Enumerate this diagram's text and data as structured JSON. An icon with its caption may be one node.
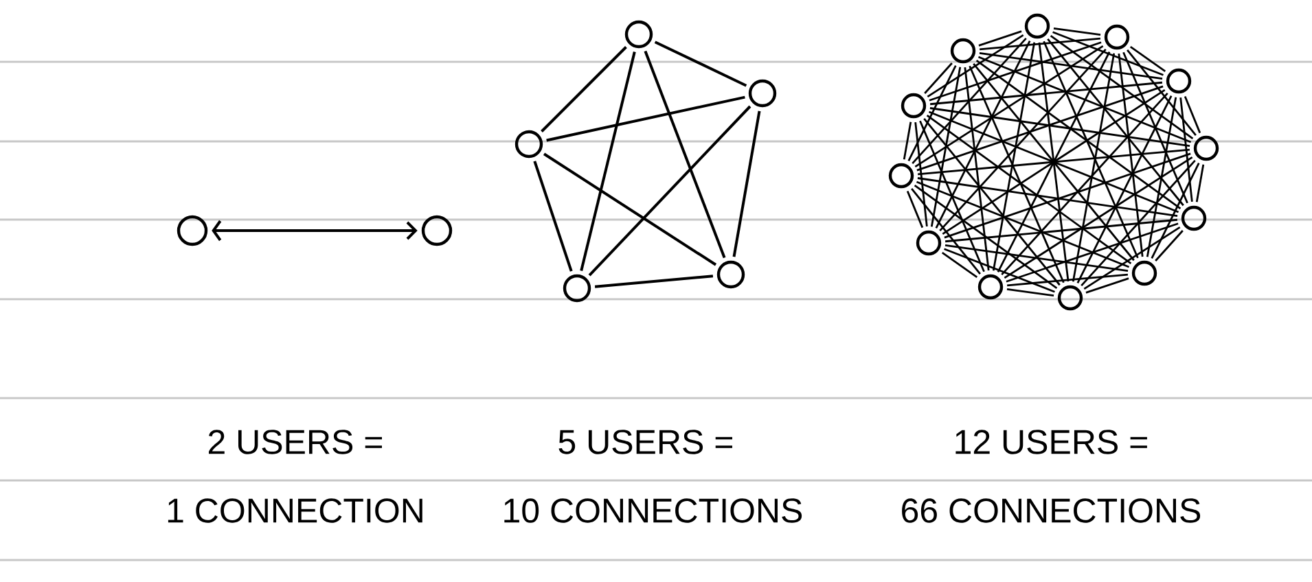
{
  "diagram": {
    "nodes": [
      {
        "text": [],
        "shape": "circle"
      },
      {
        "text": [],
        "shape": "circle"
      },
      {
        "text": [],
        "shape": "circle"
      },
      {
        "text": [],
        "shape": "circle"
      },
      {
        "text": [],
        "shape": "circle"
      },
      {
        "text": [],
        "shape": "circle"
      },
      {
        "text": [],
        "shape": "circle"
      },
      {
        "text": [],
        "shape": "circle"
      },
      {
        "text": [],
        "shape": "circle"
      },
      {
        "text": [],
        "shape": "circle"
      },
      {
        "text": [],
        "shape": "circle"
      },
      {
        "text": [],
        "shape": "circle"
      },
      {
        "text": [],
        "shape": "circle"
      },
      {
        "text": [],
        "shape": "circle"
      },
      {
        "text": [],
        "shape": "circle"
      },
      {
        "text": [],
        "shape": "circle"
      },
      {
        "text": [],
        "shape": "circle"
      },
      {
        "text": [],
        "shape": "circle"
      },
      {
        "text": [],
        "shape": "circle"
      }
    ],
    "edges": [
      {
        "from": 0,
        "to": 1,
        "arrow": "both"
      },
      {
        "from": 2,
        "to": 3,
        "arrow": "none"
      },
      {
        "from": 2,
        "to": 4,
        "arrow": "none"
      },
      {
        "from": 2,
        "to": 5,
        "arrow": "none"
      },
      {
        "from": 2,
        "to": 6,
        "arrow": "none"
      },
      {
        "from": 3,
        "to": 4,
        "arrow": "none"
      },
      {
        "from": 3,
        "to": 5,
        "arrow": "none"
      },
      {
        "from": 3,
        "to": 6,
        "arrow": "none"
      },
      {
        "from": 4,
        "to": 5,
        "arrow": "none"
      },
      {
        "from": 4,
        "to": 6,
        "arrow": "none"
      },
      {
        "from": 5,
        "to": 6,
        "arrow": "none"
      },
      {
        "from": 7,
        "to": 8,
        "arrow": "none"
      },
      {
        "from": 7,
        "to": 9,
        "arrow": "none"
      },
      {
        "from": 7,
        "to": 10,
        "arrow": "none"
      },
      {
        "from": 7,
        "to": 11,
        "arrow": "none"
      },
      {
        "from": 7,
        "to": 12,
        "arrow": "none"
      },
      {
        "from": 7,
        "to": 13,
        "arrow": "none"
      },
      {
        "from": 7,
        "to": 14,
        "arrow": "none"
      },
      {
        "from": 7,
        "to": 15,
        "arrow": "none"
      },
      {
        "from": 7,
        "to": 16,
        "arrow": "none"
      },
      {
        "from": 7,
        "to": 17,
        "arrow": "none"
      },
      {
        "from": 7,
        "to": 18,
        "arrow": "none"
      },
      {
        "from": 8,
        "to": 9,
        "arrow": "none"
      },
      {
        "from": 8,
        "to": 10,
        "arrow": "none"
      },
      {
        "from": 8,
        "to": 11,
        "arrow": "none"
      },
      {
        "from": 8,
        "to": 12,
        "arrow": "none"
      },
      {
        "from": 8,
        "to": 13,
        "arrow": "none"
      },
      {
        "from": 8,
        "to": 14,
        "arrow": "none"
      },
      {
        "from": 8,
        "to": 15,
        "arrow": "none"
      },
      {
        "from": 8,
        "to": 16,
        "arrow": "none"
      },
      {
        "from": 8,
        "to": 17,
        "arrow": "none"
      },
      {
        "from": 8,
        "to": 18,
        "arrow": "none"
      },
      {
        "from": 9,
        "to": 10,
        "arrow": "none"
      },
      {
        "from": 9,
        "to": 11,
        "arrow": "none"
      },
      {
        "from": 9,
        "to": 12,
        "arrow": "none"
      },
      {
        "from": 9,
        "to": 13,
        "arrow": "none"
      },
      {
        "from": 9,
        "to": 14,
        "arrow": "none"
      },
      {
        "from": 9,
        "to": 15,
        "arrow": "none"
      },
      {
        "from": 9,
        "to": 16,
        "arrow": "none"
      },
      {
        "from": 9,
        "to": 17,
        "arrow": "none"
      },
      {
        "from": 9,
        "to": 18,
        "arrow": "none"
      },
      {
        "from": 10,
        "to": 11,
        "arrow": "none"
      },
      {
        "from": 10,
        "to": 12,
        "arrow": "none"
      },
      {
        "from": 10,
        "to": 13,
        "arrow": "none"
      },
      {
        "from": 10,
        "to": 14,
        "arrow": "none"
      },
      {
        "from": 10,
        "to": 15,
        "arrow": "none"
      },
      {
        "from": 10,
        "to": 16,
        "arrow": "none"
      },
      {
        "from": 10,
        "to": 17,
        "arrow": "none"
      },
      {
        "from": 10,
        "to": 18,
        "arrow": "none"
      },
      {
        "from": 11,
        "to": 12,
        "arrow": "none"
      },
      {
        "from": 11,
        "to": 13,
        "arrow": "none"
      },
      {
        "from": 11,
        "to": 14,
        "arrow": "none"
      },
      {
        "from": 11,
        "to": 15,
        "arrow": "none"
      },
      {
        "from": 11,
        "to": 16,
        "arrow": "none"
      },
      {
        "from": 11,
        "to": 17,
        "arrow": "none"
      },
      {
        "from": 11,
        "to": 18,
        "arrow": "none"
      },
      {
        "from": 12,
        "to": 13,
        "arrow": "none"
      },
      {
        "from": 12,
        "to": 14,
        "arrow": "none"
      },
      {
        "from": 12,
        "to": 15,
        "arrow": "none"
      },
      {
        "from": 12,
        "to": 16,
        "arrow": "none"
      },
      {
        "from": 12,
        "to": 17,
        "arrow": "none"
      },
      {
        "from": 12,
        "to": 18,
        "arrow": "none"
      },
      {
        "from": 13,
        "to": 14,
        "arrow": "none"
      },
      {
        "from": 13,
        "to": 15,
        "arrow": "none"
      },
      {
        "from": 13,
        "to": 16,
        "arrow": "none"
      },
      {
        "from": 13,
        "to": 17,
        "arrow": "none"
      },
      {
        "from": 13,
        "to": 18,
        "arrow": "none"
      },
      {
        "from": 14,
        "to": 15,
        "arrow": "none"
      },
      {
        "from": 14,
        "to": 16,
        "arrow": "none"
      },
      {
        "from": 14,
        "to": 17,
        "arrow": "none"
      },
      {
        "from": 14,
        "to": 18,
        "arrow": "none"
      },
      {
        "from": 15,
        "to": 16,
        "arrow": "none"
      },
      {
        "from": 15,
        "to": 17,
        "arrow": "none"
      },
      {
        "from": 15,
        "to": 18,
        "arrow": "none"
      },
      {
        "from": 16,
        "to": 17,
        "arrow": "none"
      },
      {
        "from": 16,
        "to": 18,
        "arrow": "none"
      },
      {
        "from": 17,
        "to": 18,
        "arrow": "none"
      }
    ],
    "labels": [
      "2 USERS =",
      "5 USERS =",
      "12 USERS =",
      "1 CONNECTION",
      "10 CONNECTIONS",
      "66 CONNECTIONS"
    ]
  }
}
